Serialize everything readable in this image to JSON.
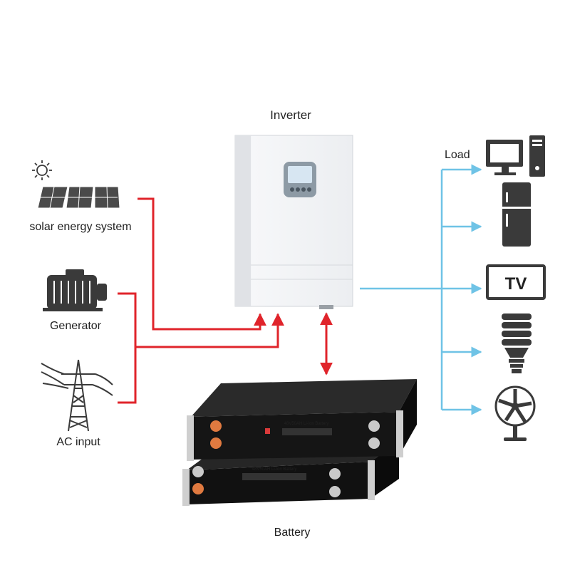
{
  "labels": {
    "inverter": "Inverter",
    "load": "Load",
    "solar": "solar energy system",
    "generator": "Generator",
    "ac_input": "AC input",
    "battery": "Battery",
    "tv": "TV",
    "battery_panel_text": "48V50AH Li-ion Battery"
  },
  "colors": {
    "power_in": "#e0242b",
    "power_out": "#6fc3e6",
    "icon": "#3a3a3a",
    "inverter_body": "#f2f3f5",
    "battery_body": "#1d1d1d"
  },
  "icons": {
    "sun": "sun-icon",
    "solar_panel": "solar-panel-icon",
    "generator": "generator-icon",
    "pylon": "transmission-tower-icon",
    "computer": "computer-icon",
    "fridge": "refrigerator-icon",
    "tv": "tv-icon",
    "bulb": "cfl-bulb-icon",
    "fan": "fan-icon"
  }
}
